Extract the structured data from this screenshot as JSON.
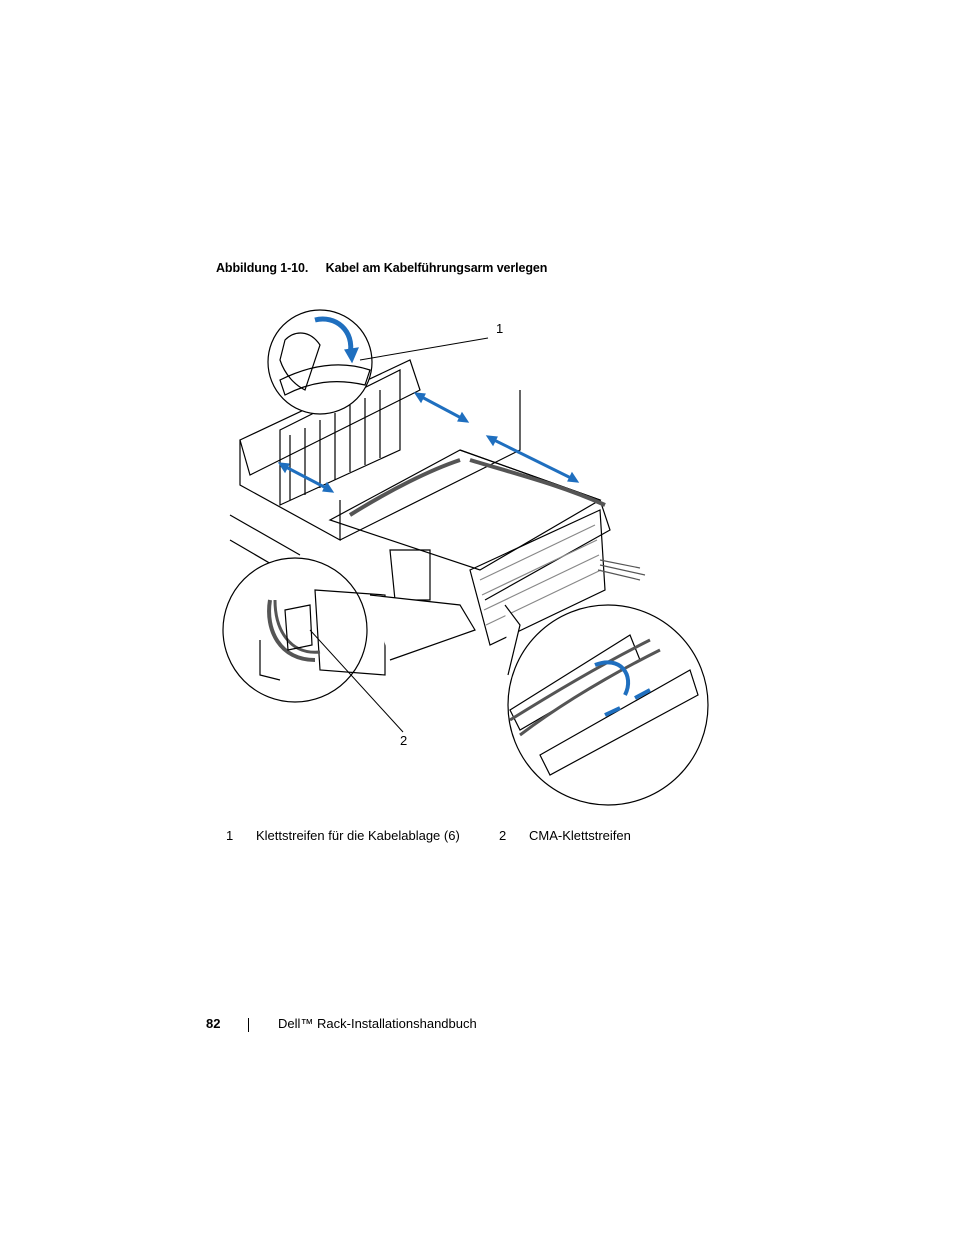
{
  "caption": {
    "number": "Abbildung 1-10.",
    "title": "Kabel am Kabelführungsarm verlegen"
  },
  "figure": {
    "callouts": [
      "1",
      "2"
    ]
  },
  "legend": [
    {
      "num": "1",
      "text": "Klettstreifen für die Kabelablage (6)"
    },
    {
      "num": "2",
      "text": "CMA-Klettstreifen"
    }
  ],
  "footer": {
    "page_number": "82",
    "book_title": "Dell™ Rack-Installationshandbuch"
  },
  "colors": {
    "arrow": "#1f6fbf",
    "line": "#000000"
  }
}
